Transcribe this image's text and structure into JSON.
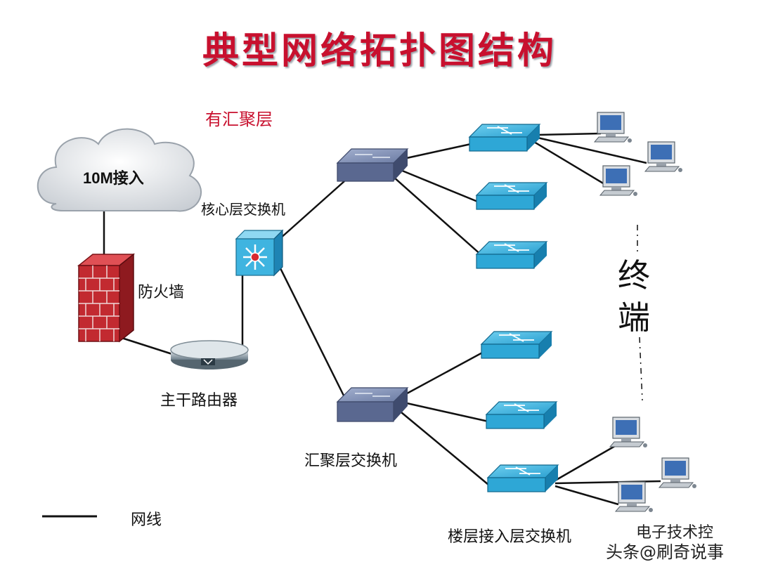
{
  "title": "典型网络拓扑图结构",
  "subtitle": "有汇聚层",
  "nodes": {
    "internet": "10M接入",
    "firewall": "防火墙",
    "router": "主干路由器",
    "core_switch": "核心层交换机",
    "aggregation_switch": "汇聚层交换机",
    "access_switch": "楼层接入层交换机",
    "terminal": "终端"
  },
  "legend": {
    "cable": "网线"
  },
  "watermark": {
    "line1": "电子技术控",
    "line2": "头条@刷奇说事"
  },
  "colors": {
    "title": "#c8102e",
    "switch_blue": "#2ea7d6",
    "agg_switch": "#6d7fa8",
    "firewall": "#c0282d",
    "line": "#111111"
  }
}
